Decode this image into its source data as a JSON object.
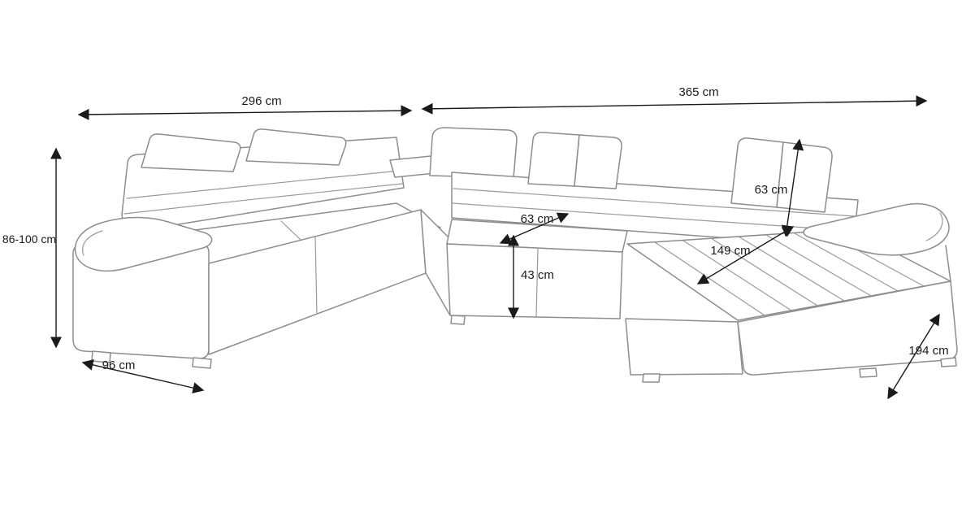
{
  "diagram": {
    "unit": "cm",
    "colors": {
      "dimension_lines": "#1a1a1a",
      "sofa_outline": "#8d8d8d",
      "background": "#ffffff"
    },
    "dimensions": {
      "top_left_width": "296 cm",
      "top_right_width": "365 cm",
      "overall_height": "86-100 cm",
      "bottom_left_depth": "96 cm",
      "seat_depth": "63 cm",
      "seat_height": "43 cm",
      "backrest_height": "63 cm",
      "chaise_length": "149 cm",
      "bottom_right_depth": "194 cm"
    }
  }
}
